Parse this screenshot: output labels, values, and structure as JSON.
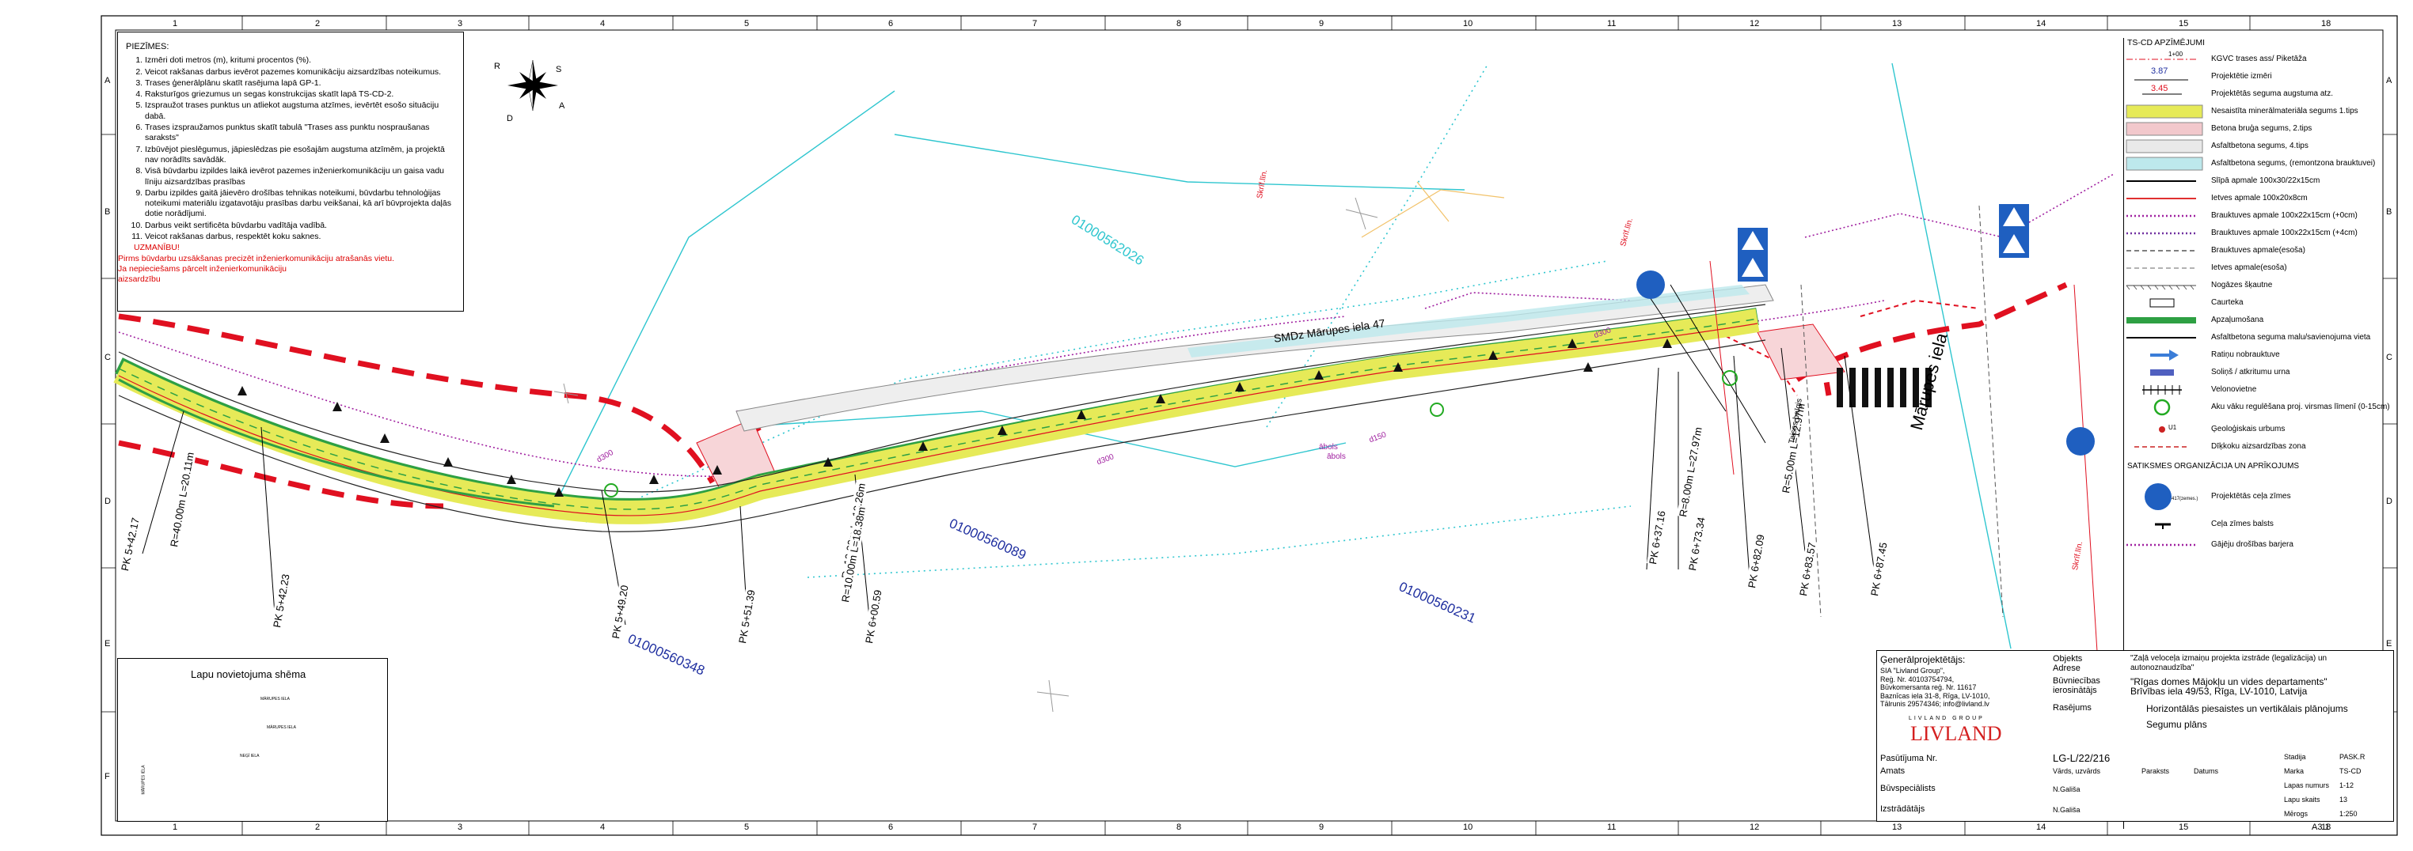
{
  "sheet": {
    "format": "A3.1"
  },
  "grid": {
    "columns": [
      "1",
      "2",
      "3",
      "4",
      "5",
      "6",
      "7",
      "8",
      "9",
      "10",
      "11",
      "12",
      "13",
      "14",
      "15",
      "18"
    ],
    "rows": [
      "A",
      "B",
      "C",
      "D",
      "E",
      "F"
    ]
  },
  "notes": {
    "heading": "PIEZĪMES:",
    "items": [
      "Izmēri doti metros (m), kritumi procentos (%).",
      "Veicot rakšanas darbus ievērot pazemes komunikāciju aizsardzības noteikumus.",
      "Trases ģenerālplānu skatīt rasējuma lapā GP-1.",
      "Raksturīgos griezumus un segas konstrukcijas skatīt lapā TS-CD-2.",
      "Izspraužot trases punktus un atliekot augstuma atzīmes, ievērtēt esošo situāciju dabā.",
      "Trases izspraužamos punktus skatīt tabulā \"Trases ass punktu nospraušanas saraksts\"",
      "Izbūvējot pieslēgumus, jāpieslēdzas pie esošajām augstuma atzīmēm, ja projektā nav norādīts savādāk.",
      "Visā būvdarbu izpildes laikā ievērot pazemes inženierkomunikāciju un gaisa vadu līniju aizsardzības prasības",
      "Darbu izpildes gaitā jāievēro drošības tehnikas noteikumi, būvdarbu tehnoloģijas noteikumi materiālu izgatavotāju prasības darbu veikšanai, kā arī būvprojekta daļās dotie norādījumi.",
      "Darbus veikt sertificēta būvdarbu vadītāja vadībā.",
      "Veicot rakšanas darbus, respektēt koku saknes."
    ],
    "warning_heading": "UZMANĪBU!",
    "warning_lines": [
      "Pirms būvdarbu uzsākšanas precizēt inženierkomunikāciju atrašanās vietu.",
      "Ja nepieciešams pārcelt inženierkomunikāciju",
      "aizsardzību"
    ]
  },
  "compass": {
    "labels": [
      "R",
      "S",
      "A",
      "D"
    ]
  },
  "plan": {
    "street_label": "SMDz  Mārupes iela 47",
    "street_vertical": "Mārupes iela",
    "parcels": [
      "01000562026",
      "01000560089",
      "01000560231",
      "01000560348"
    ],
    "pk_labels": [
      "PK 5+42.17",
      "PK 5+42.23",
      "R=40.00m L=20.11m",
      "PK 5+49.20",
      "R=10.00m L=18.26m",
      "PK 5+51.39",
      "PK 6+00.59",
      "R=10.00m L=18.38m",
      "PK 6+37.16",
      "PK 6+73.34",
      "PK 6+82.09",
      "R=8.00m L=27.97m",
      "PK 6+83.57",
      "PK 6+87.45",
      "R=5.00m L=12.97m"
    ],
    "misc_labels": [
      "Skrīf.līn.",
      "Skrīf.līn.",
      "Skrīf.līn.",
      "d300",
      "d300",
      "d150",
      "d300",
      "ābols",
      "ābols",
      "Taisns bnīgis"
    ]
  },
  "legend": {
    "title": "TS-CD APZĪMĒJUMI",
    "items": [
      {
        "sym": "axis",
        "sym_text": "1+00",
        "label": "KGVC trases ass/ Piketāža"
      },
      {
        "sym": "dim",
        "sym_text": "3.87",
        "label": "Projektētie izmēri"
      },
      {
        "sym": "elev",
        "sym_text": "3.45",
        "label": "Projektētās seguma augstuma atz."
      },
      {
        "sym": "fill",
        "color": "#e6ea58",
        "label": "Nesaistīta minerālmateriāla segums 1.tips"
      },
      {
        "sym": "fill",
        "color": "#f2c8cc",
        "label": "Betona bruģa segums, 2.tips"
      },
      {
        "sym": "fill",
        "color": "#e9e9e9",
        "label": "Asfaltbetona segums, 4.tips"
      },
      {
        "sym": "fill",
        "color": "#bde8ec",
        "label": "Asfaltbetona segums, (remontzona brauktuvei)"
      },
      {
        "sym": "line",
        "color": "#000000",
        "label": "Slīpā apmale 100x30/22x15cm"
      },
      {
        "sym": "line",
        "color": "#e03030",
        "label": "Ietves apmale 100x20x8cm"
      },
      {
        "sym": "dots",
        "color": "#a020a0",
        "label": "Brauktuves apmale 100x22x15cm (+0cm)"
      },
      {
        "sym": "dots",
        "color": "#7030a0",
        "label": "Brauktuves apmale 100x22x15cm (+4cm)"
      },
      {
        "sym": "dash",
        "color": "#555555",
        "label": "Brauktuves apmale(esoša)"
      },
      {
        "sym": "dash",
        "color": "#999999",
        "label": "Ietves apmale(esoša)"
      },
      {
        "sym": "hatch",
        "color": "#444444",
        "label": "Nogāzes šķautne"
      },
      {
        "sym": "box",
        "color": "#000000",
        "label": "Caurteka"
      },
      {
        "sym": "green",
        "color": "#2ea043",
        "label": "Apzaļumošana"
      },
      {
        "sym": "line",
        "color": "#000000",
        "label": "Asfaltbetona seguma malu/savienojuma vieta"
      },
      {
        "sym": "arrow",
        "color": "#3b7dd8",
        "label": "Ratiņu nobrauktuve"
      },
      {
        "sym": "bench",
        "color": "#5060c0",
        "label": "Soliņš / atkritumu urna"
      },
      {
        "sym": "rail",
        "color": "#000000",
        "label": "Velonovietne"
      },
      {
        "sym": "circle",
        "color": "#22aa22",
        "label": "Aku vāku regulēšana proj. virsmas līmenī (0-15cm)"
      },
      {
        "sym": "geo",
        "color": "#cc2222",
        "sym_text": "U1",
        "label": "Ģeoloģiskais urbums"
      },
      {
        "sym": "dashred",
        "color": "#cc2222",
        "label": "Dīķkoku aizsardzības zona"
      }
    ],
    "section2_title": "SATIKSMES ORGANIZĀCIJA UN APRĪKOJUMS",
    "items2": [
      {
        "sym": "sign",
        "sym_text": "417(zemes.)",
        "label": "Projektētās ceļa zīmes"
      },
      {
        "sym": "post",
        "label": "Ceļa zīmes balsts"
      },
      {
        "sym": "barrier",
        "color": "#a020a0",
        "label": "Gājēju drošības barjera"
      }
    ]
  },
  "keymap": {
    "title": "Lapu novietojuma shēma",
    "labels": [
      "MĀRUPES IELA",
      "MĀRUPES IELA",
      "MĀRUPES IELA",
      "NEĢĪ IELA"
    ]
  },
  "titleblock": {
    "designer_heading": "Ģenerālprojektētājs:",
    "designer_lines": [
      "SIA \"Livland Group\",",
      "Reģ. Nr. 40103754794,",
      "Būvkomersanta reģ. Nr. 11617",
      "Baznīcas iela 31-8, Rīga, LV-1010,",
      "Tālrunis 29574346; info@livland.lv"
    ],
    "logo_sub": "LIVLAND GROUP",
    "logo_main": "LIVLAND",
    "rows": [
      {
        "label": "Objekts",
        "value": "\"Zaļā veloceļa izmaiņu projekta izstrāde (legalizācija) un"
      },
      {
        "label": "Adrese",
        "value": "autonoznaudzība\""
      },
      {
        "label": "Būvniecības",
        "value": "\"Rīgas domes Mājokļu un vides departaments\""
      },
      {
        "label": "ierosinātājs",
        "value": "Brīvības iela 49/53, Rīga, LV-1010, Latvija"
      },
      {
        "label": "Rasējums",
        "value": "Horizontālās piesaistes un vertikālais plānojums"
      },
      {
        "label": "",
        "value": "Segumu plāns"
      }
    ],
    "project_no_label": "Pasūtījuma Nr.",
    "project_no": "LG-L/22/216",
    "position_label": "Amats",
    "name_col": "Vārds, uzvārds",
    "sign_col": "Paraksts",
    "date_col": "Datums",
    "stage_label": "Stadija",
    "stage_value": "PASK.R",
    "mark_label": "Marka",
    "mark_value": "TS-CD",
    "sheet_no_label": "Lapas numurs",
    "sheet_no": "1-12",
    "sheet_count_label": "Lapu skaits",
    "sheet_count": "13",
    "scale_label": "Mērogs",
    "scale": "1:250",
    "people": [
      {
        "role": "Būvspeciālists",
        "name": "N.Gališa"
      },
      {
        "role": "Izstrādātājs",
        "name": "N.Gališa"
      }
    ]
  },
  "colors": {
    "gravel": "#e6ea58",
    "red_dash": "#e01020",
    "green": "#2ea043",
    "purple": "#a020a0",
    "cyan": "#2fc6cf",
    "blue_text": "#2030a0"
  }
}
